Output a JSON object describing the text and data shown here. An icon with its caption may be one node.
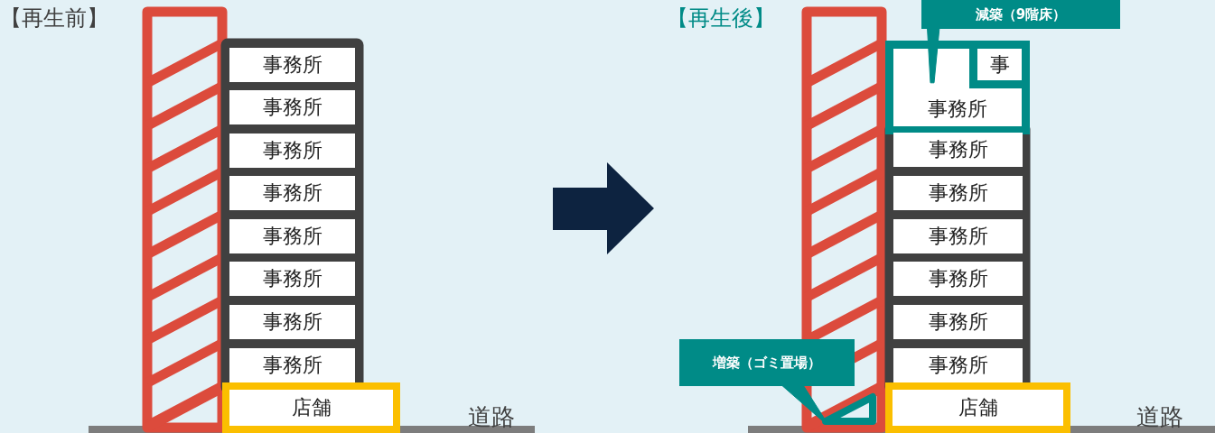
{
  "diagram": {
    "nodes": [
      {
        "text": [
          "事務所"
        ]
      },
      {
        "text": [
          "事務所"
        ]
      },
      {
        "text": [
          "事務所"
        ]
      },
      {
        "text": [
          "事務所"
        ]
      },
      {
        "text": [
          "事務所"
        ]
      },
      {
        "text": [
          "事務所"
        ]
      },
      {
        "text": [
          "事務所"
        ]
      },
      {
        "text": [
          "事務所"
        ]
      },
      {
        "text": [
          "店舗"
        ]
      },
      {
        "text": [
          "減築（9階床）"
        ]
      },
      {
        "text": [
          "事務所"
        ]
      },
      {
        "text": [
          "事"
        ],
        "in": 10
      },
      {
        "text": [
          "事務所"
        ]
      },
      {
        "text": [
          "事務所"
        ]
      },
      {
        "text": [
          "事務所"
        ]
      },
      {
        "text": [
          "事務所"
        ]
      },
      {
        "text": [
          "事務所"
        ]
      },
      {
        "text": [
          "事務所"
        ]
      },
      {
        "text": [
          "店舗"
        ]
      },
      {
        "text": [
          "増築（ゴミ置場）"
        ]
      },
      {
        "text": [],
        "shape": "triangle"
      }
    ],
    "edges": [
      {
        "from": 9,
        "to": 10,
        "arrow": "none"
      },
      {
        "from": 19,
        "to": 20,
        "arrow": "none"
      }
    ],
    "labels": [
      "【再生前】",
      "【再生後】",
      "道路",
      "道路"
    ]
  }
}
